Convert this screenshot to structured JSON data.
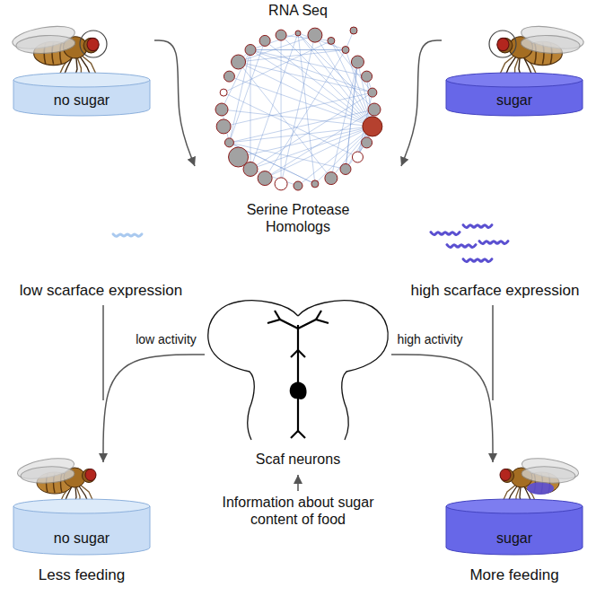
{
  "diagram": {
    "nodes": [
      {
        "text": [
          "no sugar"
        ]
      },
      {
        "text": [
          "RNA Seq",
          "Serine Protease Homologs"
        ]
      },
      {
        "text": [
          "sugar"
        ]
      },
      {
        "text": [
          "no sugar",
          "Less feeding"
        ]
      },
      {
        "text": [
          "Scaf neurons"
        ]
      },
      {
        "text": [
          "sugar",
          "More feeding"
        ]
      }
    ],
    "edges": [
      {
        "from": 0,
        "to": 1,
        "arrow": "to"
      },
      {
        "from": 2,
        "to": 1,
        "arrow": "to"
      },
      {
        "from": 4,
        "to": 3,
        "label": "low activity",
        "arrow": "to"
      },
      {
        "from": 4,
        "to": 5,
        "label": "high activity",
        "arrow": "to"
      }
    ],
    "labels": [
      "low scarface expression",
      "high scarface expression",
      "Information about sugar content of food"
    ]
  }
}
